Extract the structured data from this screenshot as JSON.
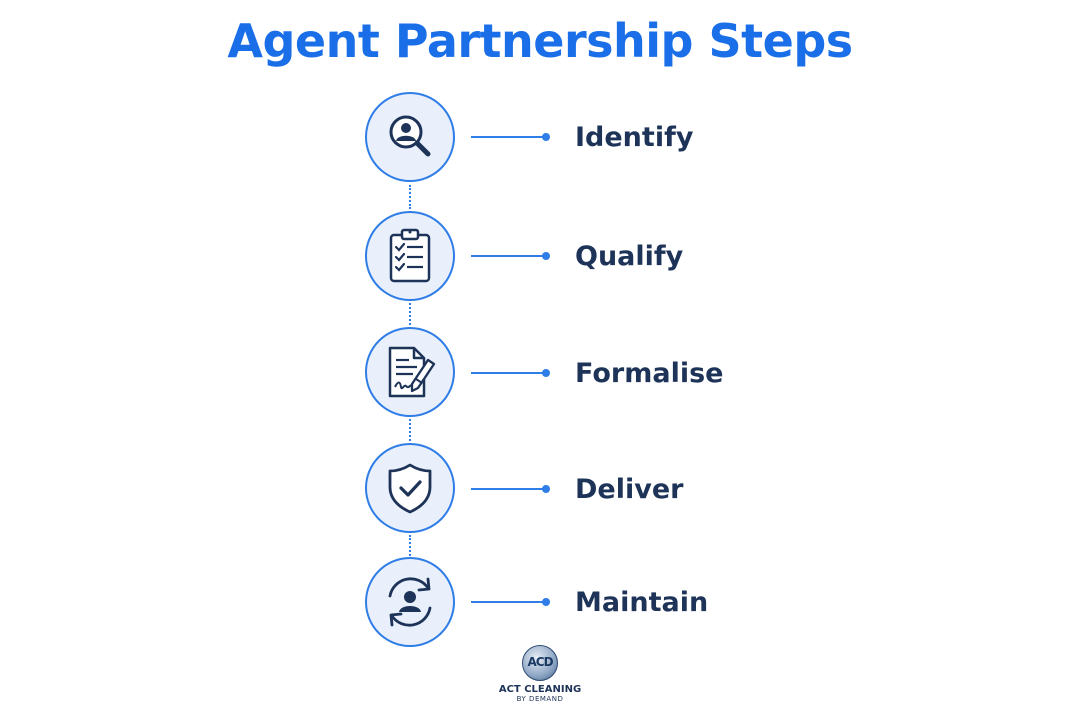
{
  "title": "Agent Partnership Steps",
  "accent_color": "#2f7de6",
  "title_color": "#1a6fe8",
  "label_color": "#1e3358",
  "circle_fill": "#e9f0fb",
  "steps": [
    {
      "label": "Identify",
      "icon": "user-search-icon"
    },
    {
      "label": "Qualify",
      "icon": "clipboard-checklist-icon"
    },
    {
      "label": "Formalise",
      "icon": "signed-document-icon"
    },
    {
      "label": "Deliver",
      "icon": "shield-check-icon"
    },
    {
      "label": "Maintain",
      "icon": "user-refresh-icon"
    }
  ],
  "logo": {
    "monogram": "ACD",
    "name": "ACT CLEANING",
    "tagline": "BY DEMAND"
  }
}
